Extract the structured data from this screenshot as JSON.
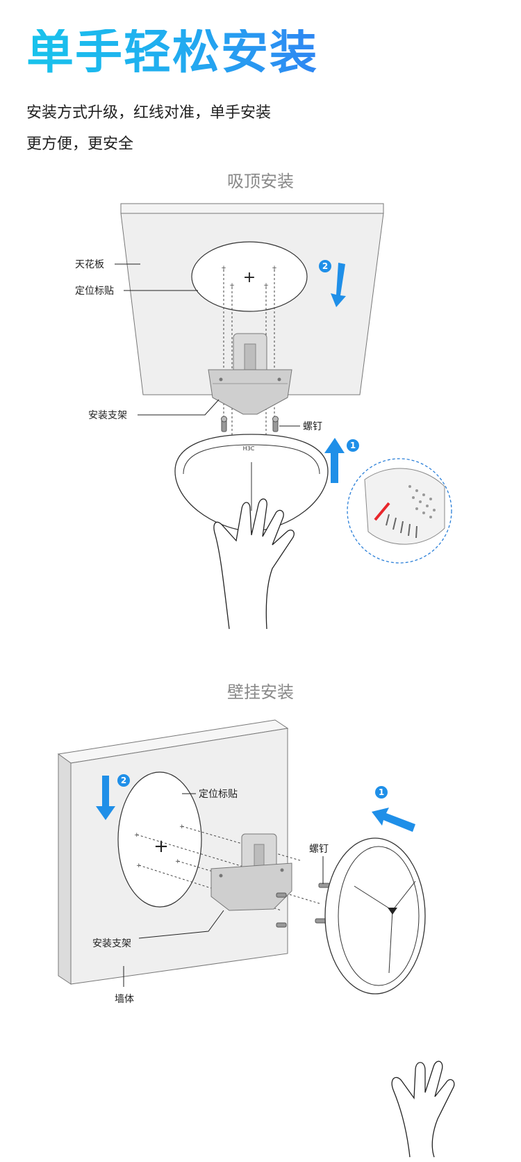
{
  "header": {
    "title": "单手轻松安装",
    "subtitle_line1": "安装方式升级，红线对准，单手安装",
    "subtitle_line2": "更方便，更安全"
  },
  "ceiling": {
    "heading": "吸顶安装",
    "label_ceiling": "天花板",
    "label_sticker": "定位标贴",
    "label_bracket": "安装支架",
    "label_screw": "螺钉",
    "step_up": "1",
    "step_down": "2",
    "logo": "H3C"
  },
  "wall": {
    "heading": "壁挂安装",
    "label_sticker": "定位标贴",
    "label_screw": "螺钉",
    "label_bracket": "安装支架",
    "label_wall": "墙体",
    "step_push": "1",
    "step_down": "2"
  },
  "colors": {
    "accent_blue": "#1f8fe8",
    "title_cyan": "#18c3ec",
    "alignment_red": "#e8262b"
  }
}
